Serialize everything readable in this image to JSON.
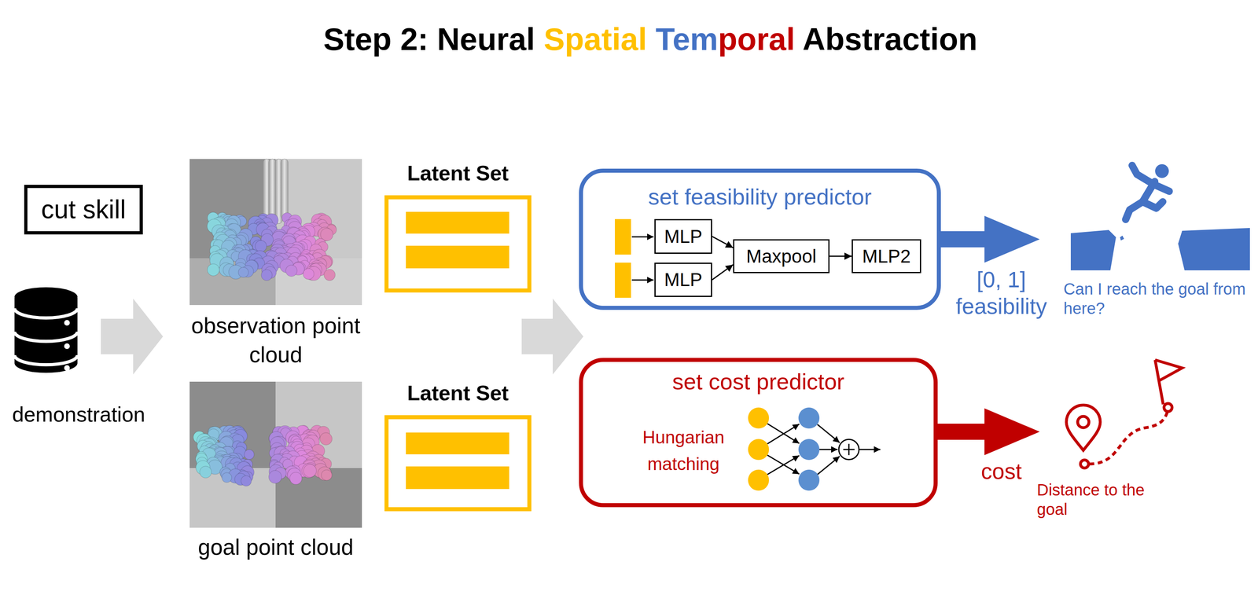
{
  "diagram": {
    "title": "Step 2: Neural Spatial Temporal Abstraction",
    "nodes": [
      {
        "text": [
          "cut skill"
        ]
      },
      {
        "text": [
          "demonstration"
        ]
      },
      {
        "text": [
          "observation point cloud"
        ]
      },
      {
        "text": [
          "goal point cloud"
        ]
      },
      {
        "text": [
          "Latent Set"
        ]
      },
      {
        "text": [
          "Latent Set"
        ]
      },
      {
        "text": [
          "set feasibility predictor"
        ]
      },
      {
        "text": [
          "MLP"
        ],
        "in": 6
      },
      {
        "text": [
          "MLP"
        ],
        "in": 6
      },
      {
        "text": [
          "Maxpool"
        ],
        "in": 6
      },
      {
        "text": [
          "MLP2"
        ],
        "in": 6
      },
      {
        "text": [
          "set cost predictor",
          "Hungarian matching"
        ]
      }
    ],
    "edges": [
      {
        "from": 7,
        "to": 9,
        "arrow": "to"
      },
      {
        "from": 8,
        "to": 9,
        "arrow": "to"
      },
      {
        "from": 9,
        "to": 10,
        "arrow": "to"
      }
    ],
    "labels": [
      "[0, 1] feasibility",
      "Can I reach the goal from here?",
      "cost",
      "Distance to the goal"
    ]
  }
}
